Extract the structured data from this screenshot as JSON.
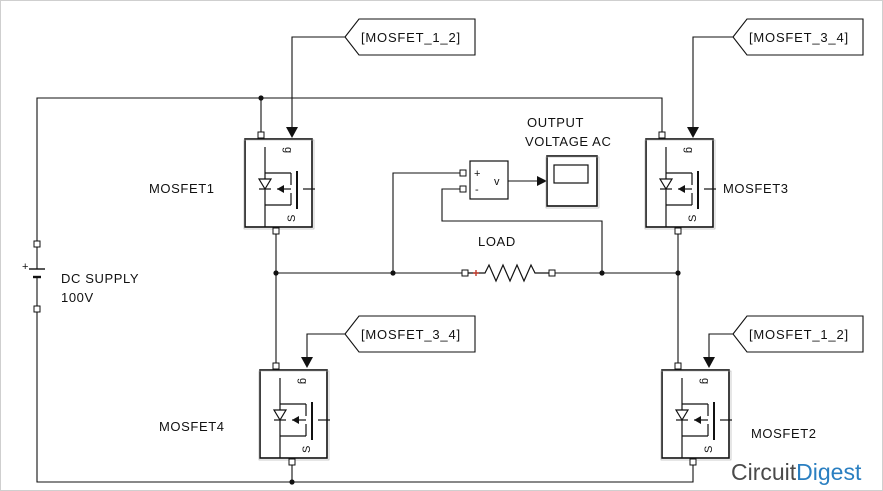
{
  "tags": {
    "top_left": "[MOSFET_1_2]",
    "top_right": "[MOSFET_3_4]",
    "bottom_left": "[MOSFET_3_4]",
    "bottom_right": "[MOSFET_1_2]"
  },
  "mosfets": {
    "m1": "MOSFET1",
    "m2": "MOSFET2",
    "m3": "MOSFET3",
    "m4": "MOSFET4"
  },
  "pins": {
    "gate": "g",
    "source": "S"
  },
  "supply": {
    "line1": "DC SUPPLY",
    "line2": "100V",
    "plus": "+"
  },
  "load": "LOAD",
  "output": {
    "line1": "OUTPUT",
    "line2": "VOLTAGE AC"
  },
  "vsensor": {
    "plus": "+",
    "minus": "-",
    "v": "v"
  },
  "logo": {
    "part1": "Circuit",
    "part2": "Digest",
    "color1": "#4a4a4a",
    "color2": "#2a7fc1"
  }
}
